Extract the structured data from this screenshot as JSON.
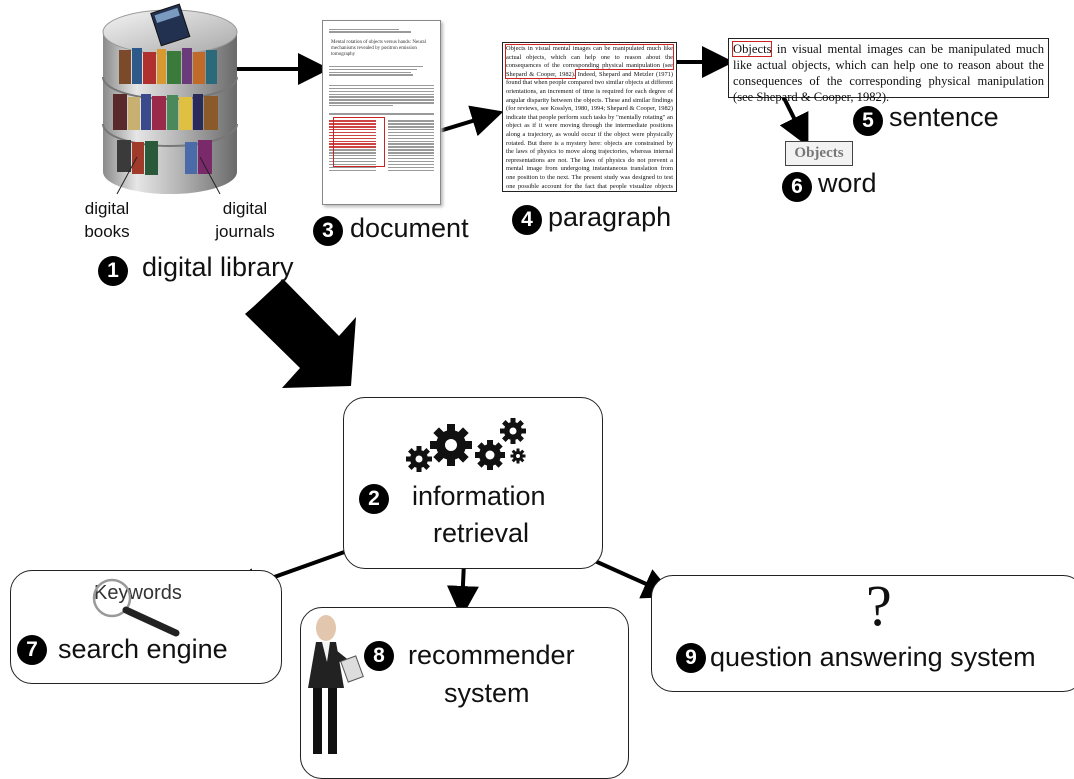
{
  "nodes": {
    "digital_library": {
      "num": "1",
      "label": "digital library"
    },
    "information_retrieval": {
      "num": "2",
      "label_line1": "information",
      "label_line2": "retrieval"
    },
    "document": {
      "num": "3",
      "label": "document"
    },
    "paragraph": {
      "num": "4",
      "label": "paragraph"
    },
    "sentence": {
      "num": "5",
      "label": "sentence"
    },
    "word": {
      "num": "6",
      "label": "word"
    },
    "search_engine": {
      "num": "7",
      "label": "search engine"
    },
    "recommender": {
      "num": "8",
      "label_line1": "recommender",
      "label_line2": "system"
    },
    "qa_system": {
      "num": "9",
      "label": "question answering system"
    }
  },
  "library_parts": {
    "books_line1": "digital",
    "books_line2": "books",
    "journals_line1": "digital",
    "journals_line2": "journals"
  },
  "keywords_graphic": {
    "text": "Keywords"
  },
  "qa_symbol": "?",
  "paragraph_text": {
    "highlighted": "Objects in visual mental images can be manipulated much like actual objects, which can help one to reason about the consequences of the corresponding physical manipulation (see Shepard & Cooper, 1982).",
    "rest": " Indeed, Shepard and Metzler (1971) found that when people compared two similar objects at different orientations, an increment of time is required for each degree of angular disparity between the objects. These and similar findings (for reviews, see Kosslyn, 1980, 1994; Shepard & Cooper, 1982) indicate that people perform such tasks by \"mentally rotating\" an object as if it were moving through the intermediate positions along a trajectory, as would occur if the object were physically rotated. But there is a mystery here: objects are constrained by the laws of physics to move along trajectories, whereas internal representations are not. The laws of physics do not prevent a mental image from undergoing instantaneous translation from one position to the next. The present study was designed to test one possible account for the fact that people visualize objects rotating through trajectories."
  },
  "sentence_text": {
    "first_word": "Objects",
    "rest": " in visual mental images can be manipulated much like actual objects, which can help one to reason about the consequences of the corresponding physical manipulation (see Shepard & Cooper, 1982)."
  },
  "word_text": "Objects",
  "document_header": {
    "title": "Mental rotation of objects versus hands: Neural mechanisms revealed by positron emission tomography"
  },
  "colors": {
    "highlight": "#cc2222",
    "arrow": "#000000",
    "box_border": "#222222"
  }
}
